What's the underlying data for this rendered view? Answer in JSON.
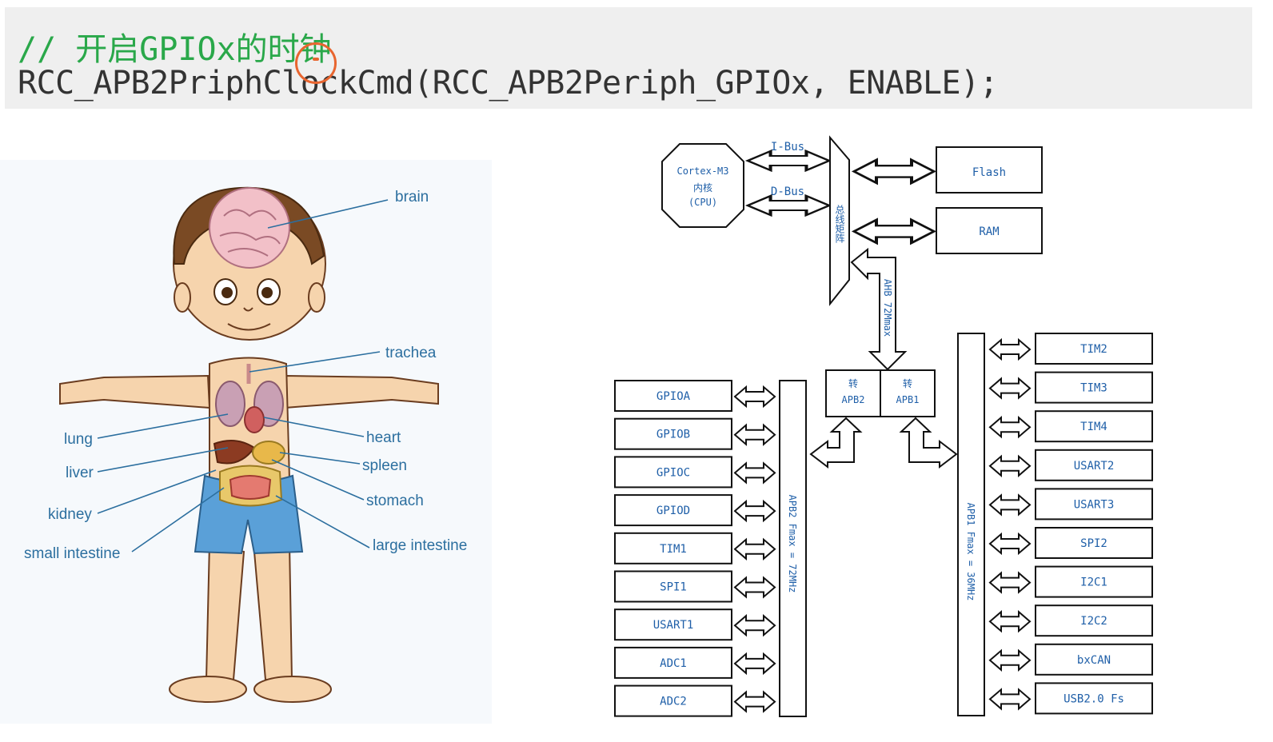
{
  "code": {
    "comment": "// 开启GPIOx的时钟",
    "call": "RCC_APB2PriphClockCmd(RCC_APB2Periph_GPIOx, ENABLE);"
  },
  "anatomy": {
    "labels": {
      "brain": "brain",
      "trachea": "trachea",
      "lung": "lung",
      "heart": "heart",
      "liver": "liver",
      "spleen": "spleen",
      "kidney": "kidney",
      "stomach": "stomach",
      "small_intestine": "small intestine",
      "large_intestine": "large intestine"
    }
  },
  "bus_diagram": {
    "cpu": {
      "line1": "Cortex-M3",
      "line2": "内核",
      "line3": "(CPU)"
    },
    "ibus": "I-Bus",
    "dbus": "D-Bus",
    "bus_matrix": "总线矩阵",
    "flash": "Flash",
    "ram": "RAM",
    "ahb": "AHB 72Mmax",
    "bridge_apb2": {
      "line1": "转",
      "line2": "APB2"
    },
    "bridge_apb1": {
      "line1": "转",
      "line2": "APB1"
    },
    "apb2_bus": "APB2 Fmax = 72MHz",
    "apb1_bus": "APB1 Fmax = 36MHz",
    "apb2_peripherals": [
      "GPIOA",
      "GPIOB",
      "GPIOC",
      "GPIOD",
      "TIM1",
      "SPI1",
      "USART1",
      "ADC1",
      "ADC2"
    ],
    "apb1_peripherals": [
      "TIM2",
      "TIM3",
      "TIM4",
      "USART2",
      "USART3",
      "SPI2",
      "I2C1",
      "I2C2",
      "bxCAN",
      "USB2.0 Fs"
    ]
  },
  "colors": {
    "comment": "#2aa84a",
    "code": "#333333",
    "diagram_text": "#1f5fa8",
    "label": "#2c6f9f",
    "cursor": "#e8652f"
  }
}
